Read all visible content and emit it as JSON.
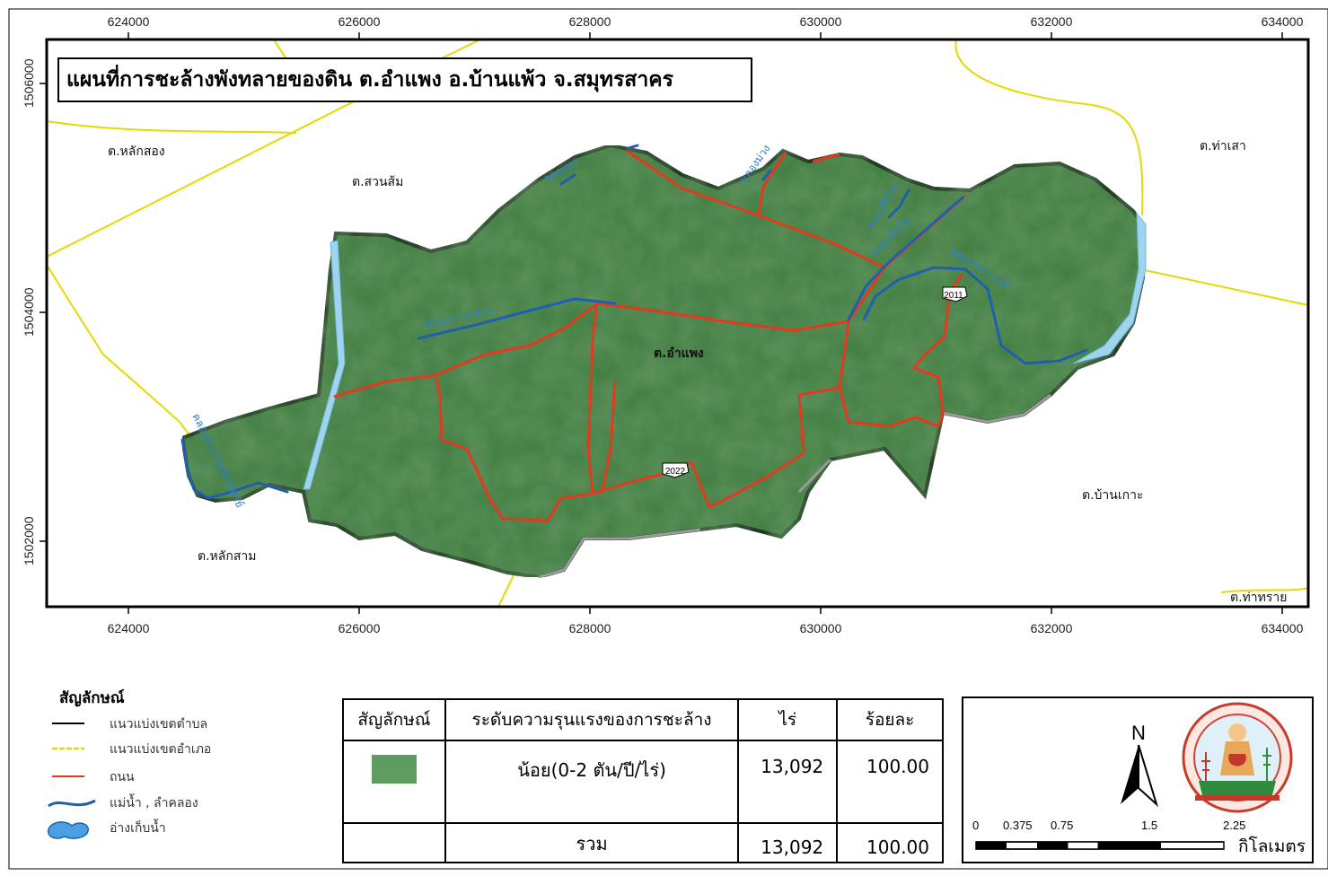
{
  "title": "แผนที่การชะล้างพังทลายของดิน ต.อำแพง อ.บ้านแพ้ว จ.สมุทรสาคร",
  "axes": {
    "x_ticks": [
      "624000",
      "626000",
      "628000",
      "630000",
      "632000",
      "634000"
    ],
    "y_ticks": [
      "1506000",
      "1504000",
      "1502000"
    ]
  },
  "places": {
    "lak_song": "ต.หลักสอง",
    "suan_som": "ต.สวนส้ม",
    "tha_sao": "ต.ท่าเสา",
    "am_phaeng": "ต.อำแพง",
    "ban_ko": "ต.บ้านเกาะ",
    "lak_sam": "ต.หลักสาม",
    "tha_sai": "ต.ท่าทราย"
  },
  "streams": {
    "khlong_na": "คลองนา",
    "khlong_muang": "คลองม่วง",
    "khlong_a": "คลองสี่ง่าม",
    "khlong_b": "คลองหัวไผ่",
    "khlong_c": "คลองบางหลวง",
    "khlong_d": "คลองหลวงแพ่ง",
    "khlong_e": "คลองพระวิสุทธิกษัตริย์"
  },
  "road_shields": [
    "2011",
    "2022"
  ],
  "legend": {
    "title": "สัญลักษณ์",
    "items": [
      {
        "label": "แนวแบ่งเขตตำบล",
        "symbol": "line",
        "color": "#000000"
      },
      {
        "label": "แนวแบ่งเขตอำเภอ",
        "symbol": "dashed-line",
        "color": "#e6d800"
      },
      {
        "label": "ถนน",
        "symbol": "line",
        "color": "#e23a1f"
      },
      {
        "label": "แม่น้ำ , ลำคลอง",
        "symbol": "curve",
        "color": "#1f5fb0"
      },
      {
        "label": "อ่างเก็บน้ำ",
        "symbol": "blob",
        "color": "#4aa0e0"
      }
    ]
  },
  "table": {
    "headers": [
      "สัญลักษณ์",
      "ระดับความรุนแรงของการชะล้าง",
      "ไร่",
      "ร้อยละ"
    ],
    "rows": [
      {
        "swatch_color": "#5e9b5f",
        "level": "น้อย(0-2 ตัน/ปี/ไร่)",
        "rai": "13,092",
        "percent": "100.00"
      }
    ],
    "total": {
      "label": "รวม",
      "rai": "13,092",
      "percent": "100.00"
    }
  },
  "north_arrow": "N",
  "scale_bar": {
    "labels": [
      "0",
      "0.375",
      "0.75",
      "1.5",
      "2.25"
    ],
    "unit": "กิโลเมตร"
  },
  "colors": {
    "land": "#3f7d3f",
    "district_boundary": "#e6d800",
    "road": "#e23a1f",
    "river": "#1f5fb0",
    "water": "#9fd4ef"
  }
}
